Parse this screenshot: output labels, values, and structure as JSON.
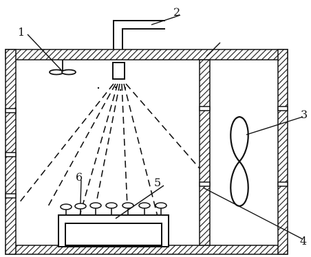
{
  "figure": {
    "callouts": [
      {
        "id": "1",
        "text": "1"
      },
      {
        "id": "2",
        "text": "2"
      },
      {
        "id": "3",
        "text": "3"
      },
      {
        "id": "4",
        "text": "4"
      },
      {
        "id": "5",
        "text": "5"
      },
      {
        "id": "6",
        "text": "6"
      }
    ],
    "ink_color": "#111111",
    "hatch_color": "#111111",
    "background_color": "#ffffff"
  }
}
